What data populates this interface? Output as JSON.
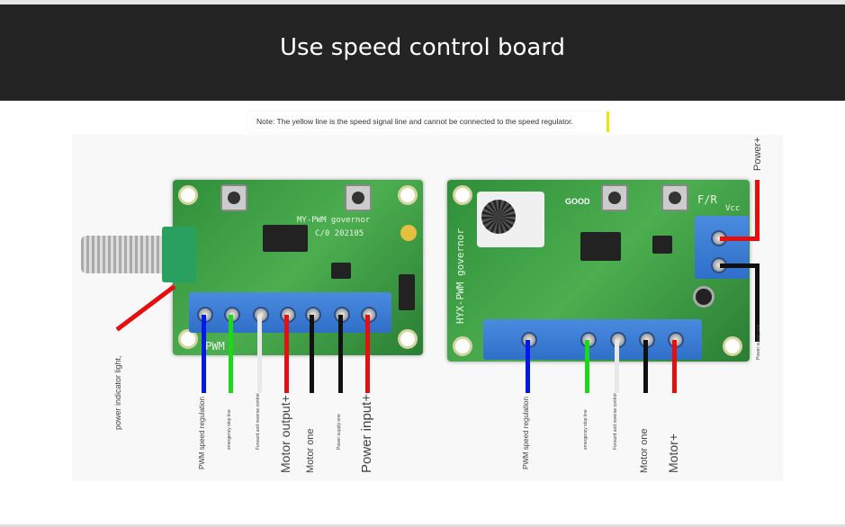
{
  "header": {
    "title": "Use speed control board"
  },
  "note": "Note: The yellow line is the speed signal line and cannot be connected to the speed regulator.",
  "left_board": {
    "silk": "MY-PWM governor",
    "silk2": "C/0 202105",
    "silk_pwm": "PWM",
    "indicator_label": "power indicator light,",
    "wires": [
      {
        "label": "PWM speed regulation",
        "color": "#0019e6"
      },
      {
        "label": "emergency stop line",
        "color": "#19d919"
      },
      {
        "label": "Forward and reverse control",
        "color": "#e8e8e8"
      },
      {
        "label": "Motor output+",
        "color": "#e60f0f"
      },
      {
        "label": "Motor one",
        "color": "#111111"
      },
      {
        "label": "Power supply one",
        "color": "#111111"
      },
      {
        "label": "Power input+",
        "color": "#e60f0f"
      }
    ]
  },
  "right_board": {
    "silk": "HYX-PWM governor",
    "good": "GOOD",
    "fr": "F/R",
    "vcc": "Vcc",
    "power_plus": "Power+",
    "power_minus": "Power supply one",
    "wires": [
      {
        "label": "PWM speed regulation",
        "color": "#0019e6"
      },
      {
        "label": "emergency stop line",
        "color": "#19d919"
      },
      {
        "label": "Forward and reverse control",
        "color": "#e8e8e8"
      },
      {
        "label": "Motor one",
        "color": "#111111"
      },
      {
        "label": "Motor+",
        "color": "#e60f0f"
      }
    ]
  }
}
